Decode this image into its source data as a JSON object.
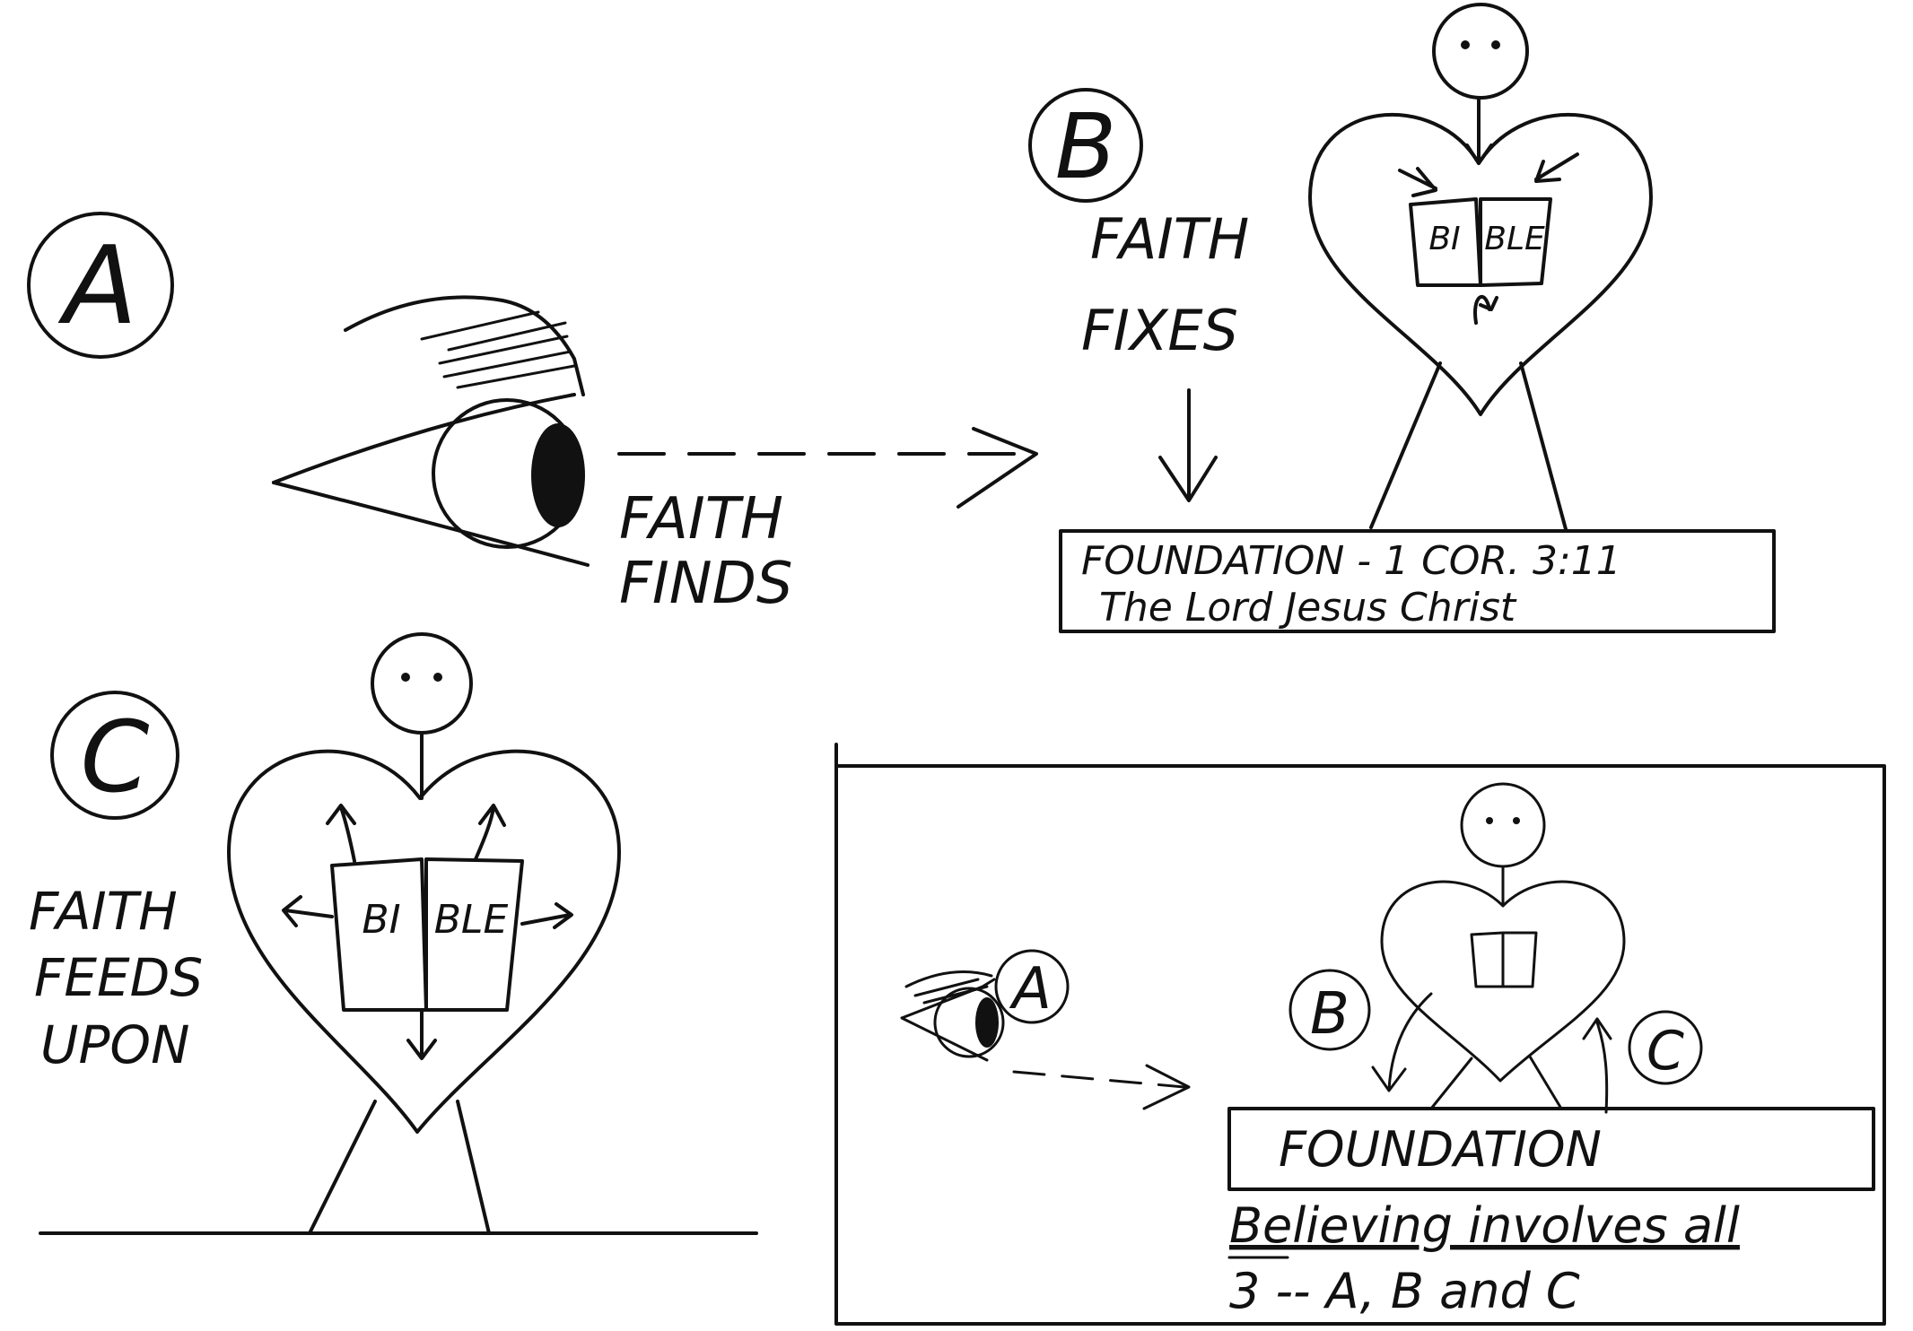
{
  "panels": {
    "a": {
      "badge": "A",
      "caption_line1": "FAITH",
      "caption_line2": "FINDS"
    },
    "b": {
      "badge": "B",
      "caption_line1": "FAITH",
      "caption_line2": "FIXES",
      "book_left": "BI",
      "book_right": "BLE",
      "foundation_line1": "FOUNDATION - 1 COR. 3:11",
      "foundation_line2": "The Lord Jesus Christ"
    },
    "c": {
      "badge": "C",
      "caption_line1": "FAITH",
      "caption_line2": "FEEDS",
      "caption_line3": "UPON",
      "book_left": "BI",
      "book_right": "BLE"
    },
    "summary": {
      "badge_a": "A",
      "badge_b": "B",
      "badge_c": "C",
      "foundation": "FOUNDATION",
      "note_line1": "Believing involves all",
      "note_line2": "3 -- A, B and C"
    }
  }
}
